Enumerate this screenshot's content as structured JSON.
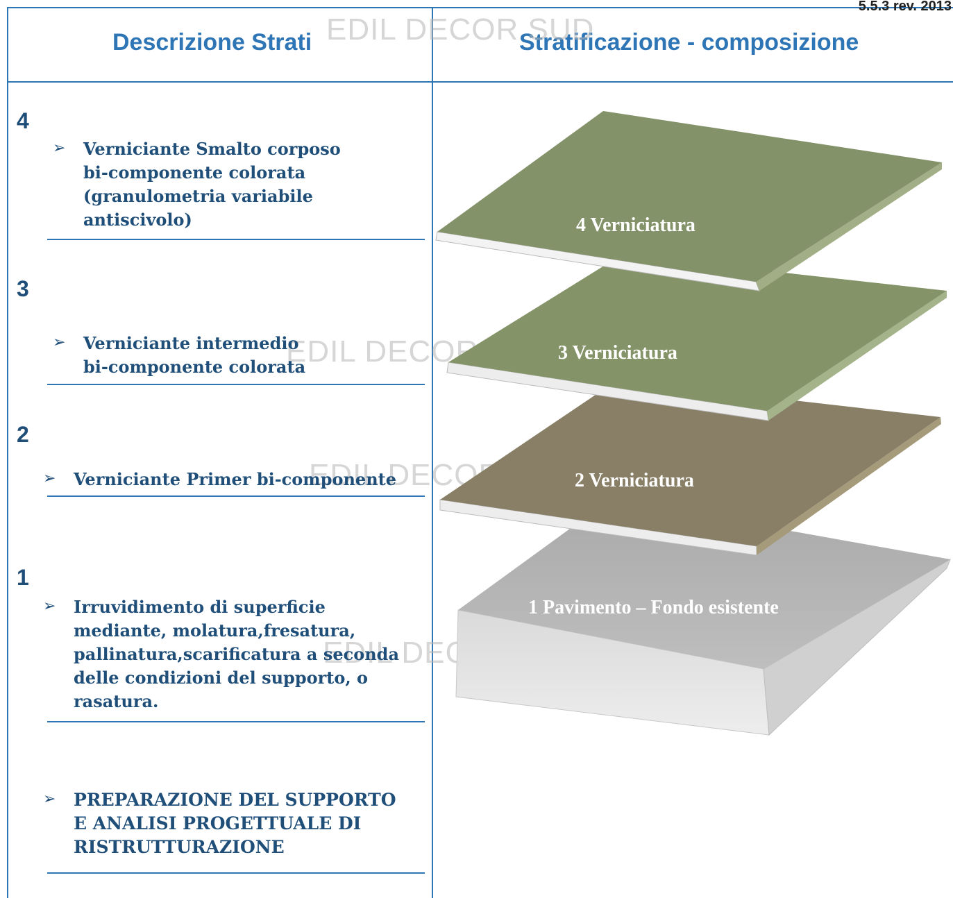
{
  "doc_code": "5.5.3 rev. 2013",
  "headers": {
    "left": "Descrizione Strati",
    "right": "Stratificazione - composizione"
  },
  "watermark": "EDIL DECOR SUD",
  "layers": [
    {
      "number": "4",
      "lines": [
        "Verniciante Smalto corposo",
        "bi-componente colorata",
        "(granulometria variabile",
        "antiscivolo)"
      ]
    },
    {
      "number": "3",
      "lines": [
        "Verniciante intermedio",
        "bi-componente colorata"
      ]
    },
    {
      "number": "2",
      "lines": [
        "Verniciante Primer bi-componente"
      ]
    },
    {
      "number": "1",
      "lines": [
        "Irruvidimento di superficie",
        "mediante, molatura,fresatura,",
        "pallinatura,scarificatura a seconda",
        "delle condizioni del supporto, o",
        "rasatura."
      ]
    }
  ],
  "preparation": {
    "lines": [
      "PREPARAZIONE DEL SUPPORTO",
      "E ANALISI PROGETTUALE DI",
      "RISTRUTTURAZIONE"
    ]
  },
  "diagram_labels": {
    "l4": "4   Verniciatura",
    "l3": "3   Verniciatura",
    "l2": "2 Verniciatura",
    "l1": "1   Pavimento – Fondo esistente"
  },
  "colors": {
    "accent": "#2E75B6",
    "text": "#1F4E79",
    "layer4": "#84926A",
    "layer3": "#849468",
    "layer2": "#887F66",
    "base": "#B4B4B4"
  }
}
